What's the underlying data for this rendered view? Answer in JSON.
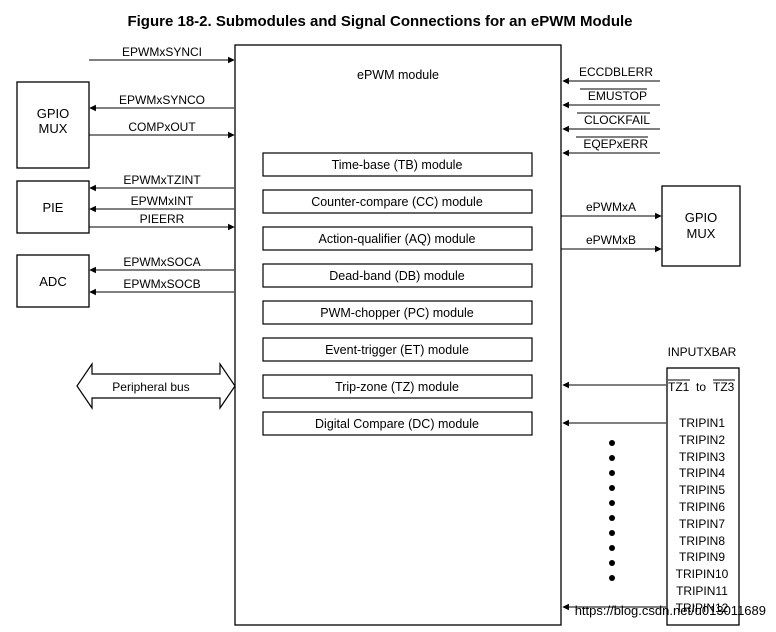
{
  "title": "Figure 18-2. Submodules and Signal Connections for an ePWM Module",
  "module_label": "ePWM module",
  "left_signals": {
    "synci": "EPWMxSYNCI",
    "synco": "EPWMxSYNCO",
    "compout": "COMPxOUT",
    "tzint": "EPWMxTZINT",
    "int": "EPWMxINT",
    "pieerr": "PIEERR",
    "soca": "EPWMxSOCA",
    "socb": "EPWMxSOCB"
  },
  "left_blocks": {
    "gpio_mux_line1": "GPIO",
    "gpio_mux_line2": "MUX",
    "pie": "PIE",
    "adc": "ADC",
    "peripheral_bus": "Peripheral bus"
  },
  "right_inputs": {
    "eccdblerr": "ECCDBLERR",
    "emustop": "EMUSTOP",
    "clockfail": "CLOCKFAIL",
    "eqepxerr": "EQEPxERR"
  },
  "right_outputs": {
    "epwma": "ePWMxA",
    "epwmb": "ePWMxB",
    "gpio_mux_line1": "GPIO",
    "gpio_mux_line2": "MUX"
  },
  "inputxbar": {
    "label": "INPUTXBAR",
    "tz_first": "TZ1",
    "tz_to": "to",
    "tz_last": "TZ3",
    "tripins": [
      "TRIPIN1",
      "TRIPIN2",
      "TRIPIN3",
      "TRIPIN4",
      "TRIPIN5",
      "TRIPIN6",
      "TRIPIN7",
      "TRIPIN8",
      "TRIPIN9",
      "TRIPIN10",
      "TRIPIN11",
      "TRIPIN12"
    ]
  },
  "submodules": [
    "Time-base (TB) module",
    "Counter-compare (CC) module",
    "Action-qualifier (AQ) module",
    "Dead-band (DB) module",
    "PWM-chopper (PC) module",
    "Event-trigger (ET) module",
    "Trip-zone (TZ) module",
    "Digital Compare (DC) module"
  ],
  "watermark": "https://blog.csdn.net/u013011689"
}
